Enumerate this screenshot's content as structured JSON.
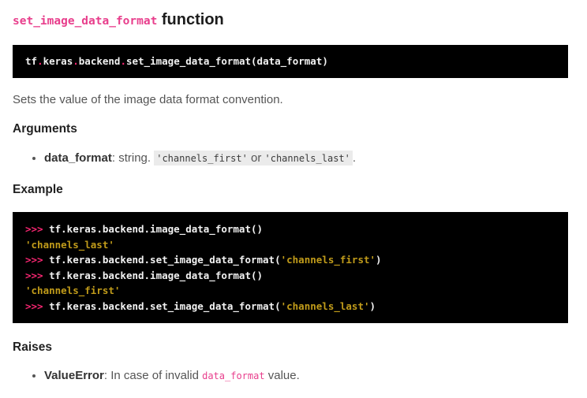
{
  "colors": {
    "title_code_pink": "#e83e8c",
    "code_block_bg": "#000000",
    "code_text": "#f2f2f2",
    "prompt_and_dot_pink": "#f92672",
    "string_gold": "#c09b1a",
    "inline_highlight_bg": "#ebebeb",
    "body_text": "#555555",
    "heading_text": "#222222"
  },
  "header": {
    "code": "set_image_data_format",
    "suffix": " function"
  },
  "signature": {
    "t0": "tf",
    "d0": ".",
    "t1": "keras",
    "d1": ".",
    "t2": "backend",
    "d2": ".",
    "t3": "set_image_data_format(data_format)"
  },
  "description": "Sets the value of the image data format convention.",
  "arguments": {
    "heading": "Arguments",
    "item": {
      "name": "data_format",
      "after_name": ": string. ",
      "code1": "'channels_first'",
      "conj": " or ",
      "code2": "'channels_last'",
      "end": "."
    }
  },
  "example": {
    "heading": "Example",
    "lines": [
      {
        "prompt": ">>> ",
        "code": "tf.keras.backend.image_data_format()"
      },
      {
        "str": "'channels_last'"
      },
      {
        "prompt": ">>> ",
        "code": "tf.keras.backend.set_image_data_format(",
        "str": "'channels_first'",
        "close": ")"
      },
      {
        "prompt": ">>> ",
        "code": "tf.keras.backend.image_data_format()"
      },
      {
        "str": "'channels_first'"
      },
      {
        "prompt": ">>> ",
        "code": "tf.keras.backend.set_image_data_format(",
        "str": "'channels_last'",
        "close": ")"
      }
    ]
  },
  "raises": {
    "heading": "Raises",
    "item": {
      "name": "ValueError",
      "mid": ": In case of invalid ",
      "code": "data_format",
      "end": " value."
    }
  }
}
